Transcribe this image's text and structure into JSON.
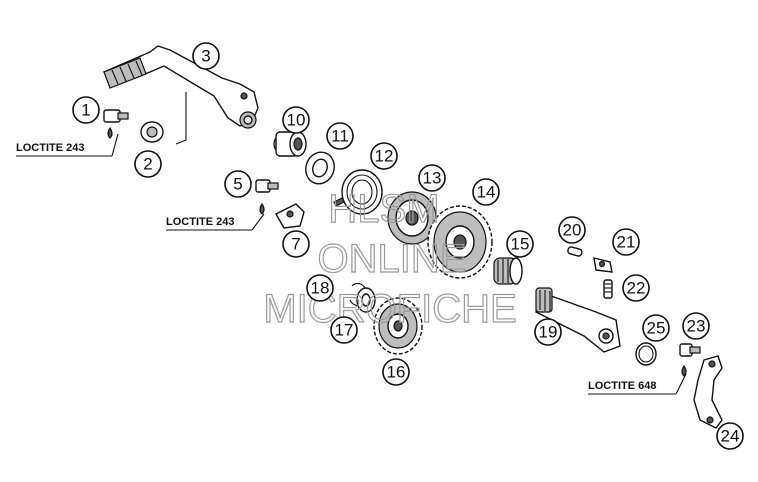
{
  "callouts": [
    {
      "id": "1",
      "label": "1"
    },
    {
      "id": "2",
      "label": "2"
    },
    {
      "id": "3",
      "label": "3"
    },
    {
      "id": "5",
      "label": "5"
    },
    {
      "id": "7",
      "label": "7"
    },
    {
      "id": "10",
      "label": "10"
    },
    {
      "id": "11",
      "label": "11"
    },
    {
      "id": "12",
      "label": "12"
    },
    {
      "id": "13",
      "label": "13"
    },
    {
      "id": "14",
      "label": "14"
    },
    {
      "id": "15",
      "label": "15"
    },
    {
      "id": "16",
      "label": "16"
    },
    {
      "id": "17",
      "label": "17"
    },
    {
      "id": "18",
      "label": "18"
    },
    {
      "id": "19",
      "label": "19"
    },
    {
      "id": "20",
      "label": "20"
    },
    {
      "id": "21",
      "label": "21"
    },
    {
      "id": "22",
      "label": "22"
    },
    {
      "id": "23",
      "label": "23"
    },
    {
      "id": "24",
      "label": "24"
    },
    {
      "id": "25",
      "label": "25"
    }
  ],
  "loctite": {
    "a": "LOCTITE 243",
    "b": "LOCTITE 243",
    "c": "LOCTITE 648"
  },
  "watermark": {
    "line1": "HLSM",
    "line2": "ONLINE",
    "line3": "MICROFICHE"
  }
}
